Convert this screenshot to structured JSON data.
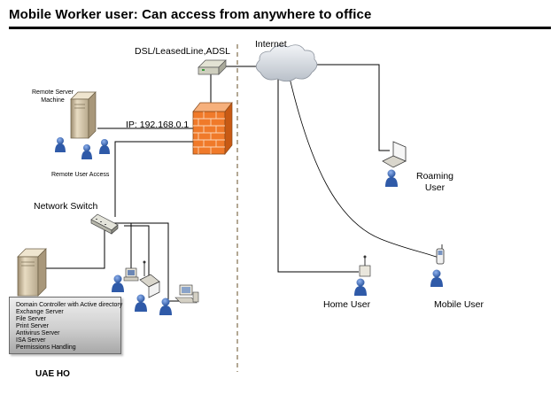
{
  "title": "Mobile Worker user: Can access from anywhere to office",
  "labels": {
    "dsl": "DSL/LeasedLine,ADSL",
    "internet": "Internet",
    "remote_server": "Remote Server\nMachine",
    "ip": "IP: 192.168.0.1",
    "remote_user_access": "Remote User Access",
    "network_switch": "Network Switch",
    "roaming_user": "Roaming\nUser",
    "home_user": "Home User",
    "mobile_user": "Mobile User",
    "ho": "UAE HO"
  },
  "services": [
    "Domain Controller with Active directory",
    "Exchange Server",
    "File Server",
    "Print Server",
    "Antivirus Server",
    "ISA Server",
    "Permissions Handling"
  ],
  "colors": {
    "firewall": "#f07a2a",
    "user_body": "#2f5aa8",
    "user_head": "#4f7fd1",
    "line": "#000000"
  },
  "icons": [
    "router-icon",
    "cloud-icon",
    "firewall-icon",
    "server-icon",
    "switch-icon",
    "laptop-icon",
    "desktop-pc-icon",
    "phone-icon",
    "mobile-phone-icon",
    "user-icon"
  ]
}
